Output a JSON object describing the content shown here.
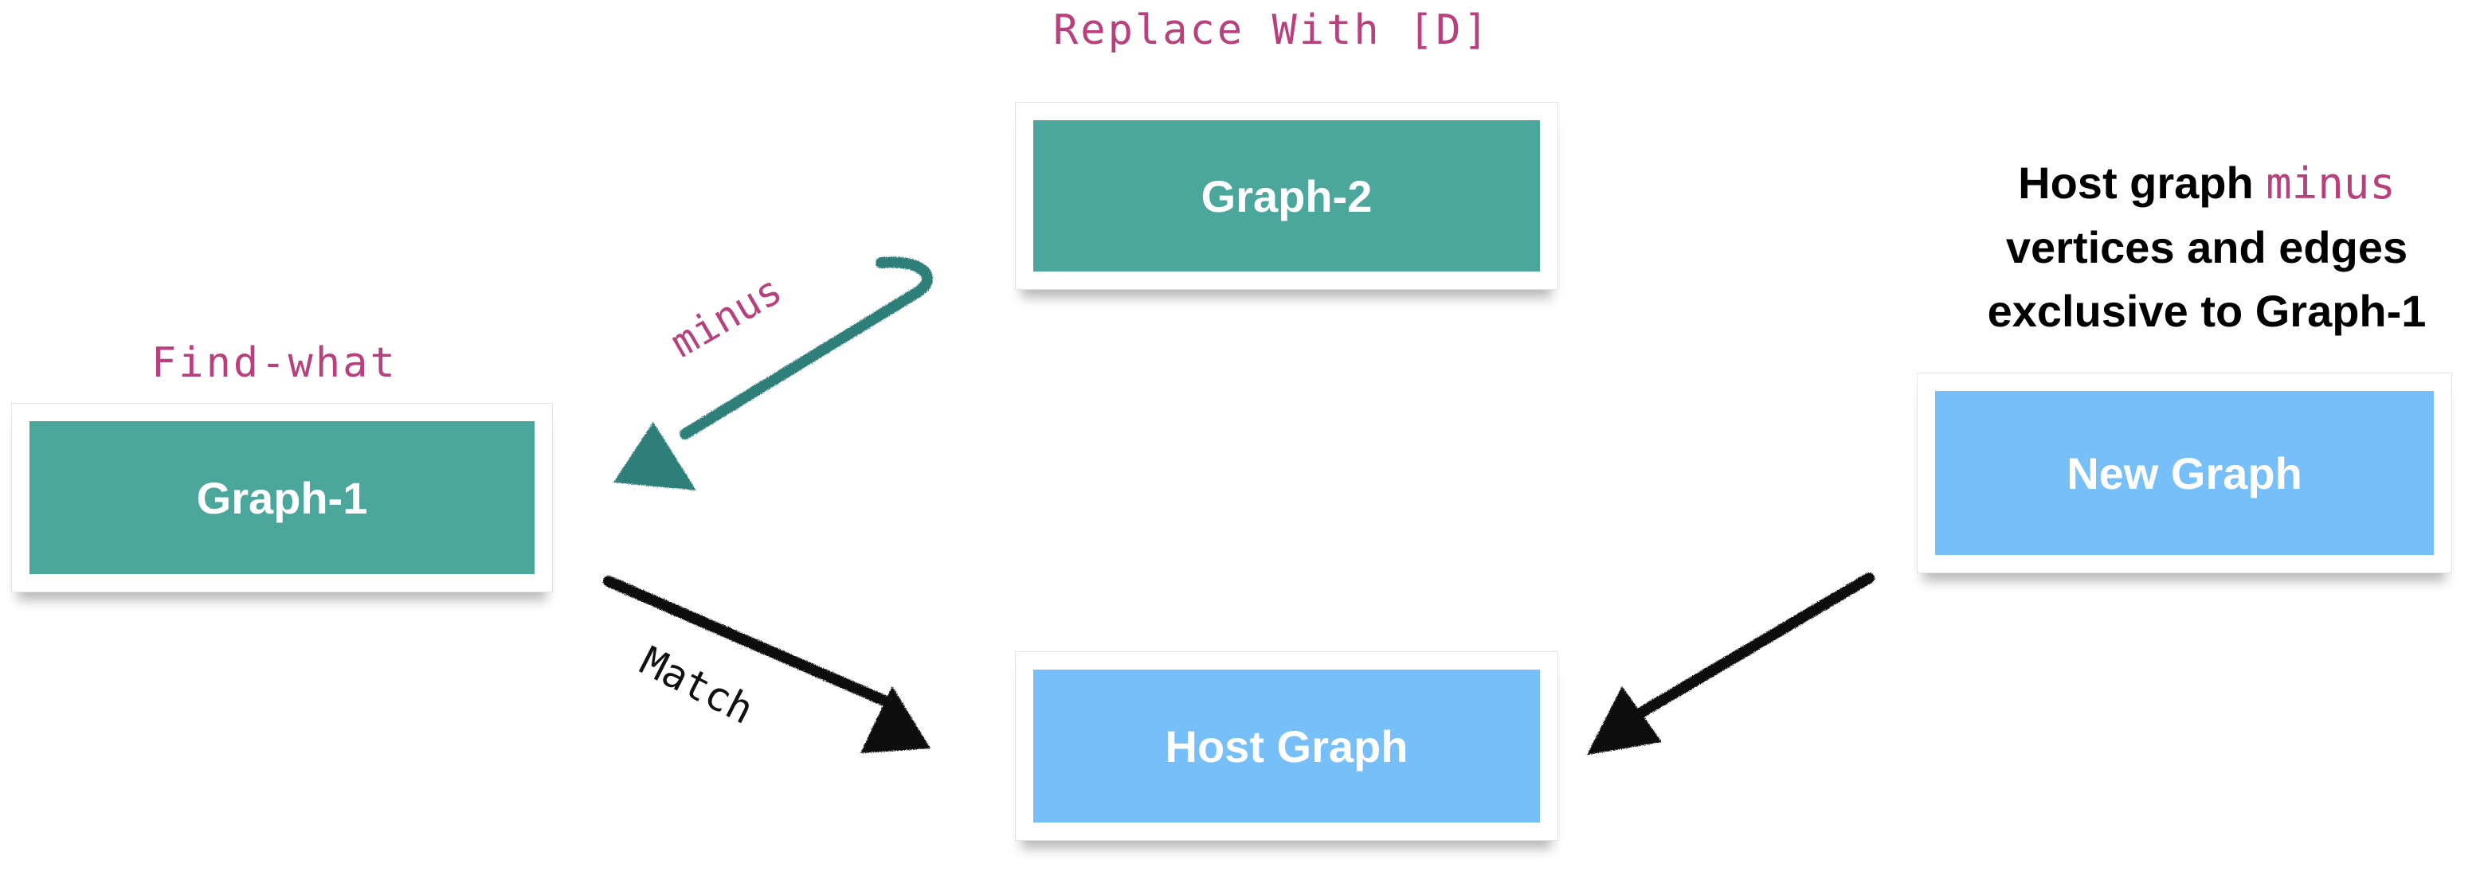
{
  "colors": {
    "teal": "#4ba69b",
    "blue": "#77bff8",
    "magenta": "#b8407c",
    "teal_arrow": "#2f7f7a",
    "black": "#000000"
  },
  "nodes": {
    "graph1": {
      "label": "Graph-1",
      "caption": "Find-what"
    },
    "graph2": {
      "label": "Graph-2",
      "caption": "Replace With [D]"
    },
    "host": {
      "label": "Host Graph"
    },
    "new": {
      "label": "New Graph"
    }
  },
  "edges": {
    "minus": {
      "label": "minus",
      "from": "Graph-2",
      "to": "Graph-1"
    },
    "match": {
      "label": "Match",
      "from": "Graph-1",
      "to": "Host Graph"
    },
    "result": {
      "from": "New Graph",
      "to": "Host Graph"
    }
  },
  "note": {
    "line1_prefix": "Host graph",
    "line1_mono": "minus",
    "line2": "vertices and edges",
    "line3": "exclusive to Graph-1"
  }
}
